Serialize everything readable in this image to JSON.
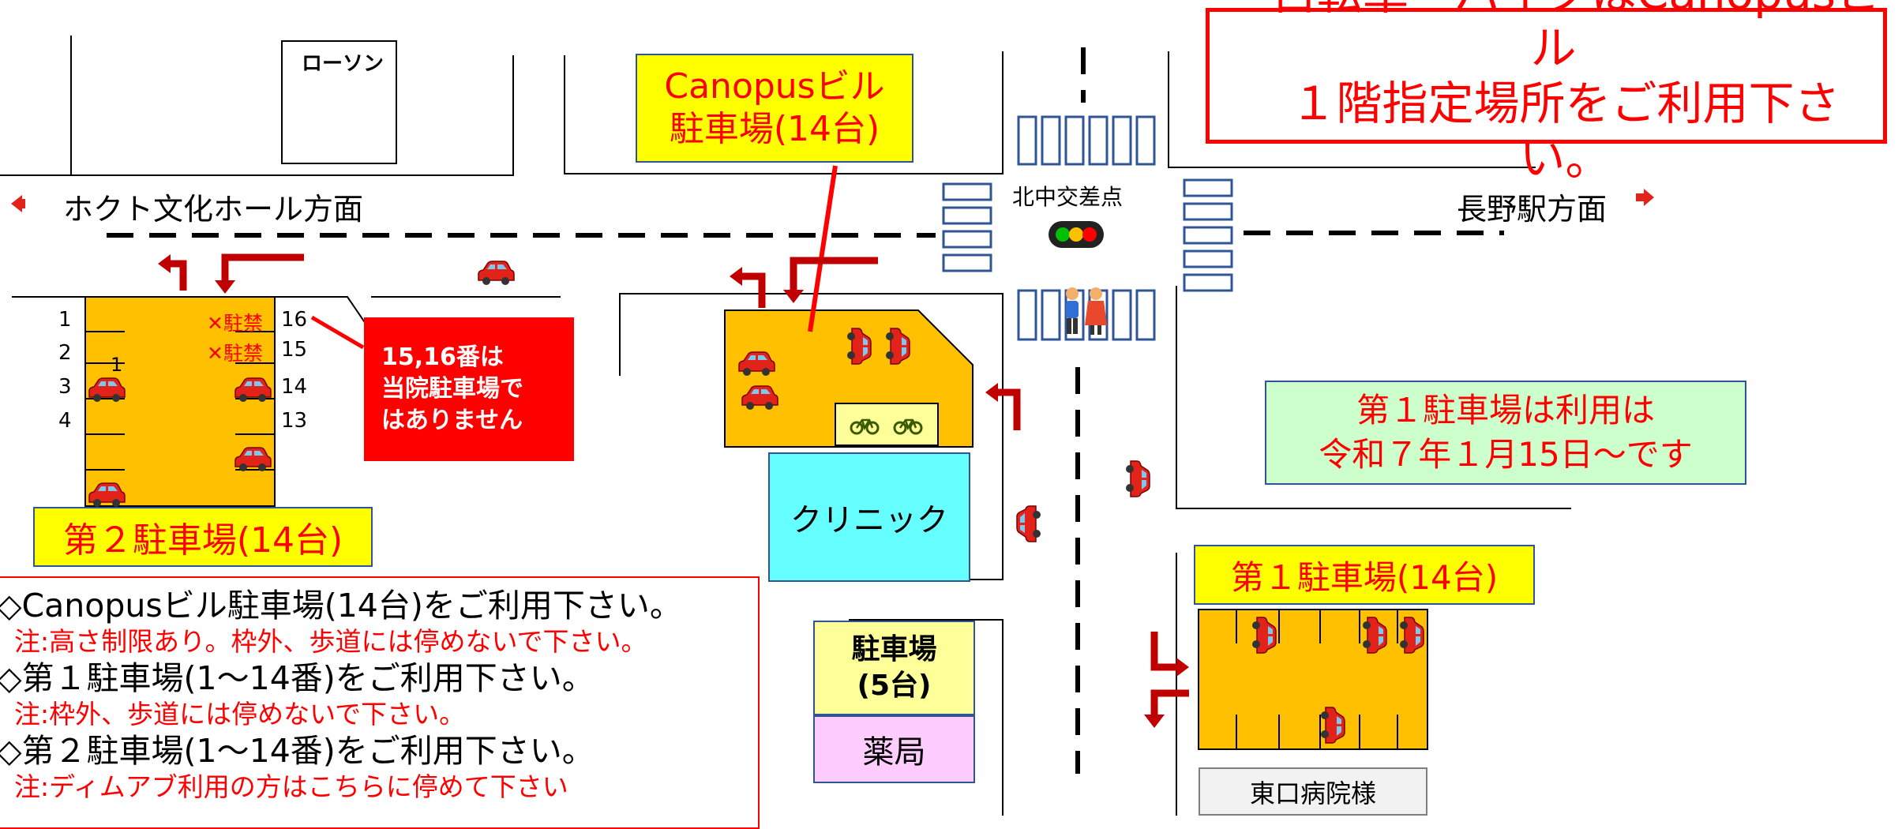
{
  "places": {
    "lawson": "ローソン",
    "clinic": "クリニック",
    "pharmacy": "薬局",
    "higashiguchi": "東口病院様"
  },
  "roads": {
    "west": "ホクト文化ホール方面",
    "east": "長野駅方面",
    "intersection": "北中交差点"
  },
  "lots": {
    "canopus_line1": "Canopusビル",
    "canopus_line2": "駐車場(14台)",
    "lot1_title": "第１駐車場(14台)",
    "lot2_title": "第２駐車場(14台)",
    "small_line1": "駐車場",
    "small_line2": "(5台)"
  },
  "lot2": {
    "left_numbers": [
      "1",
      "2",
      "3",
      "4"
    ],
    "right_numbers": [
      "16",
      "15",
      "14",
      "13"
    ],
    "no_parking": "✕駐禁",
    "inner_mark": "1"
  },
  "callouts": {
    "not_ours_1": "15,16番は",
    "not_ours_2": "当院駐車場で",
    "not_ours_3": "はありません",
    "bike_1": "・自転車・バイクはCanopusビル",
    "bike_2": "１階指定場所をご利用下さい。",
    "start_1": "第１駐車場は利用は",
    "start_2": "令和７年１月15日～です"
  },
  "notes": [
    {
      "text": "◇Canopusビル駐車場(14台)をご利用下さい。",
      "sub": "注:高さ制限あり。枠外、歩道には停めないで下さい。"
    },
    {
      "text": "◇第１駐車場(1～14番)をご利用下さい。",
      "sub": "注:枠外、歩道には停めないで下さい。"
    },
    {
      "text": "◇第２駐車場(1～14番)をご利用下さい。",
      "sub": "注:ディムアブ利用の方はこちらに停めて下さい"
    }
  ],
  "colors": {
    "lot_fill": "#ffc000",
    "lot_label_bg": "#ffff00",
    "red": "#ff0000",
    "clinic": "#66ffff",
    "pharmacy": "#ffccff",
    "small_lot": "#ffff99",
    "notice_green": "#ccffcc",
    "crosswalk": "#2f5597"
  },
  "icons": [
    "car-icon",
    "bicycle-icon",
    "traffic-light-icon",
    "pedestrians-icon",
    "turn-arrow-icon",
    "direction-arrow-icon"
  ]
}
